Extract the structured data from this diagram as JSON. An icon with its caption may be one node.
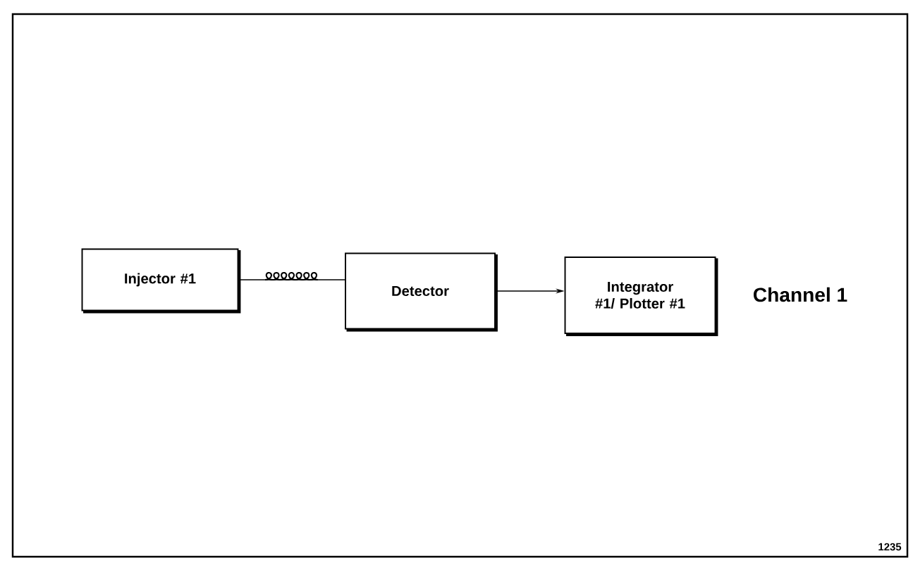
{
  "diagram": {
    "nodes": [
      {
        "text": [
          "Injector #1"
        ]
      },
      {
        "text": [
          "Detector"
        ]
      },
      {
        "text": [
          "Integrator #1/ Plotter #1"
        ]
      }
    ],
    "edges": [
      {
        "from": 0,
        "to": 1,
        "arrow": "none"
      },
      {
        "from": 1,
        "to": 2,
        "arrow": "to"
      }
    ],
    "labels": [
      "Channel 1",
      "1235"
    ]
  }
}
